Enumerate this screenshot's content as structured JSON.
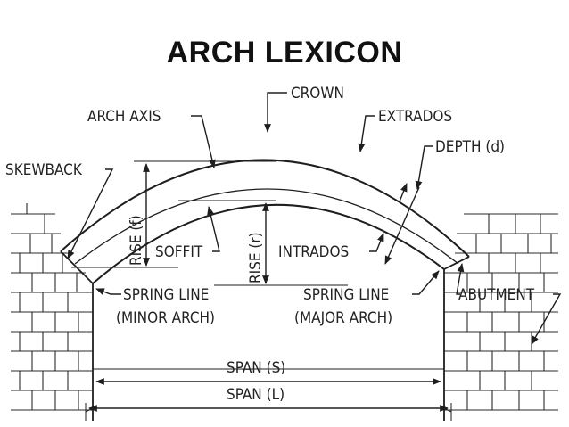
{
  "title": "ARCH LEXICON",
  "labels": {
    "crown": "CROWN",
    "arch_axis": "ARCH AXIS",
    "extrados": "EXTRADOS",
    "depth": "DEPTH (d)",
    "skewback": "SKEWBACK",
    "rise_f": "RISE (f)",
    "rise_r": "RISE (r)",
    "soffit": "SOFFIT",
    "intrados": "INTRADOS",
    "spring_line_minor_1": "SPRING LINE",
    "spring_line_minor_2": "(MINOR ARCH)",
    "spring_line_major_1": "SPRING LINE",
    "spring_line_major_2": "(MAJOR ARCH)",
    "abutment": "ABUTMENT",
    "span_s": "SPAN (S)",
    "span_l": "SPAN (L)"
  },
  "colors": {
    "ink": "#1e1e1e",
    "background": "#ffffff"
  }
}
